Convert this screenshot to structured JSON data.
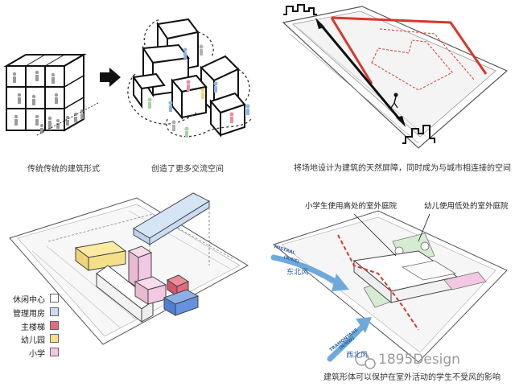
{
  "captions": {
    "traditional": "传统传统的建筑形式",
    "communication": "创造了更多交流空间",
    "screen": "将场地设计为建筑的天然屏障，同时成为与城市相连接的空间",
    "wind_protect": "建筑形体可以保护在室外活动的学生不受风的影响"
  },
  "legend": [
    {
      "label": "休闲中心",
      "color": "#ffffff"
    },
    {
      "label": "管理用房",
      "color": "#c9dcf4"
    },
    {
      "label": "主楼梯",
      "color": "#e36b7e"
    },
    {
      "label": "幼儿园",
      "color": "#f5e08a"
    },
    {
      "label": "小学",
      "color": "#f3c8e2"
    }
  ],
  "annotations": {
    "primary_courtyard": "小学生使用高处的室外庭院",
    "kinder_courtyard": "幼儿使用低处的室外庭院",
    "northeast_wind": "东北风",
    "northeast_tag_1": "MISTRAL",
    "northeast_tag_2": "(N/NE)",
    "northwest_wind": "西北风",
    "northwest_tag_1": "TRAMONTANE",
    "northwest_tag_2": "(N/NW)"
  },
  "watermark": "1895Design",
  "colors": {
    "red_line": "#d9372c",
    "wind_blue": "#6ea9dc",
    "green_court": "#d6ecd2"
  }
}
